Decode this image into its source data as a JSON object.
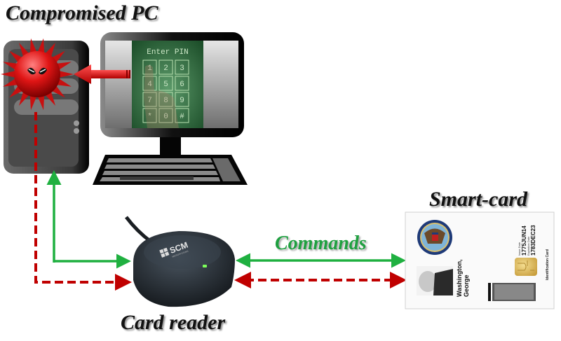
{
  "labels": {
    "compromised_pc": "Compromised PC",
    "smart_card": "Smart-card",
    "card_reader": "Card reader",
    "commands": "Commands"
  },
  "screen": {
    "prompt": "Enter PIN",
    "keys": [
      "1",
      "2",
      "3",
      "4",
      "5",
      "6",
      "7",
      "8",
      "9",
      "*",
      "0",
      "#"
    ]
  },
  "reader": {
    "brand": "SCM",
    "sub_brand": "MICROSYSTEMS"
  },
  "card": {
    "name_line1": "Washington,",
    "name_line2": "George",
    "issue_label": "Issue Date",
    "issue_date": "1775JUN14",
    "expiration_label": "Expiration Date",
    "expiration_date": "1783DEC23",
    "card_type": "Identification Card"
  },
  "colors": {
    "malware_red": "#d01010",
    "legit_green": "#1fb040",
    "attack_red": "#c00000",
    "screen_green": "#2e6b3e"
  }
}
